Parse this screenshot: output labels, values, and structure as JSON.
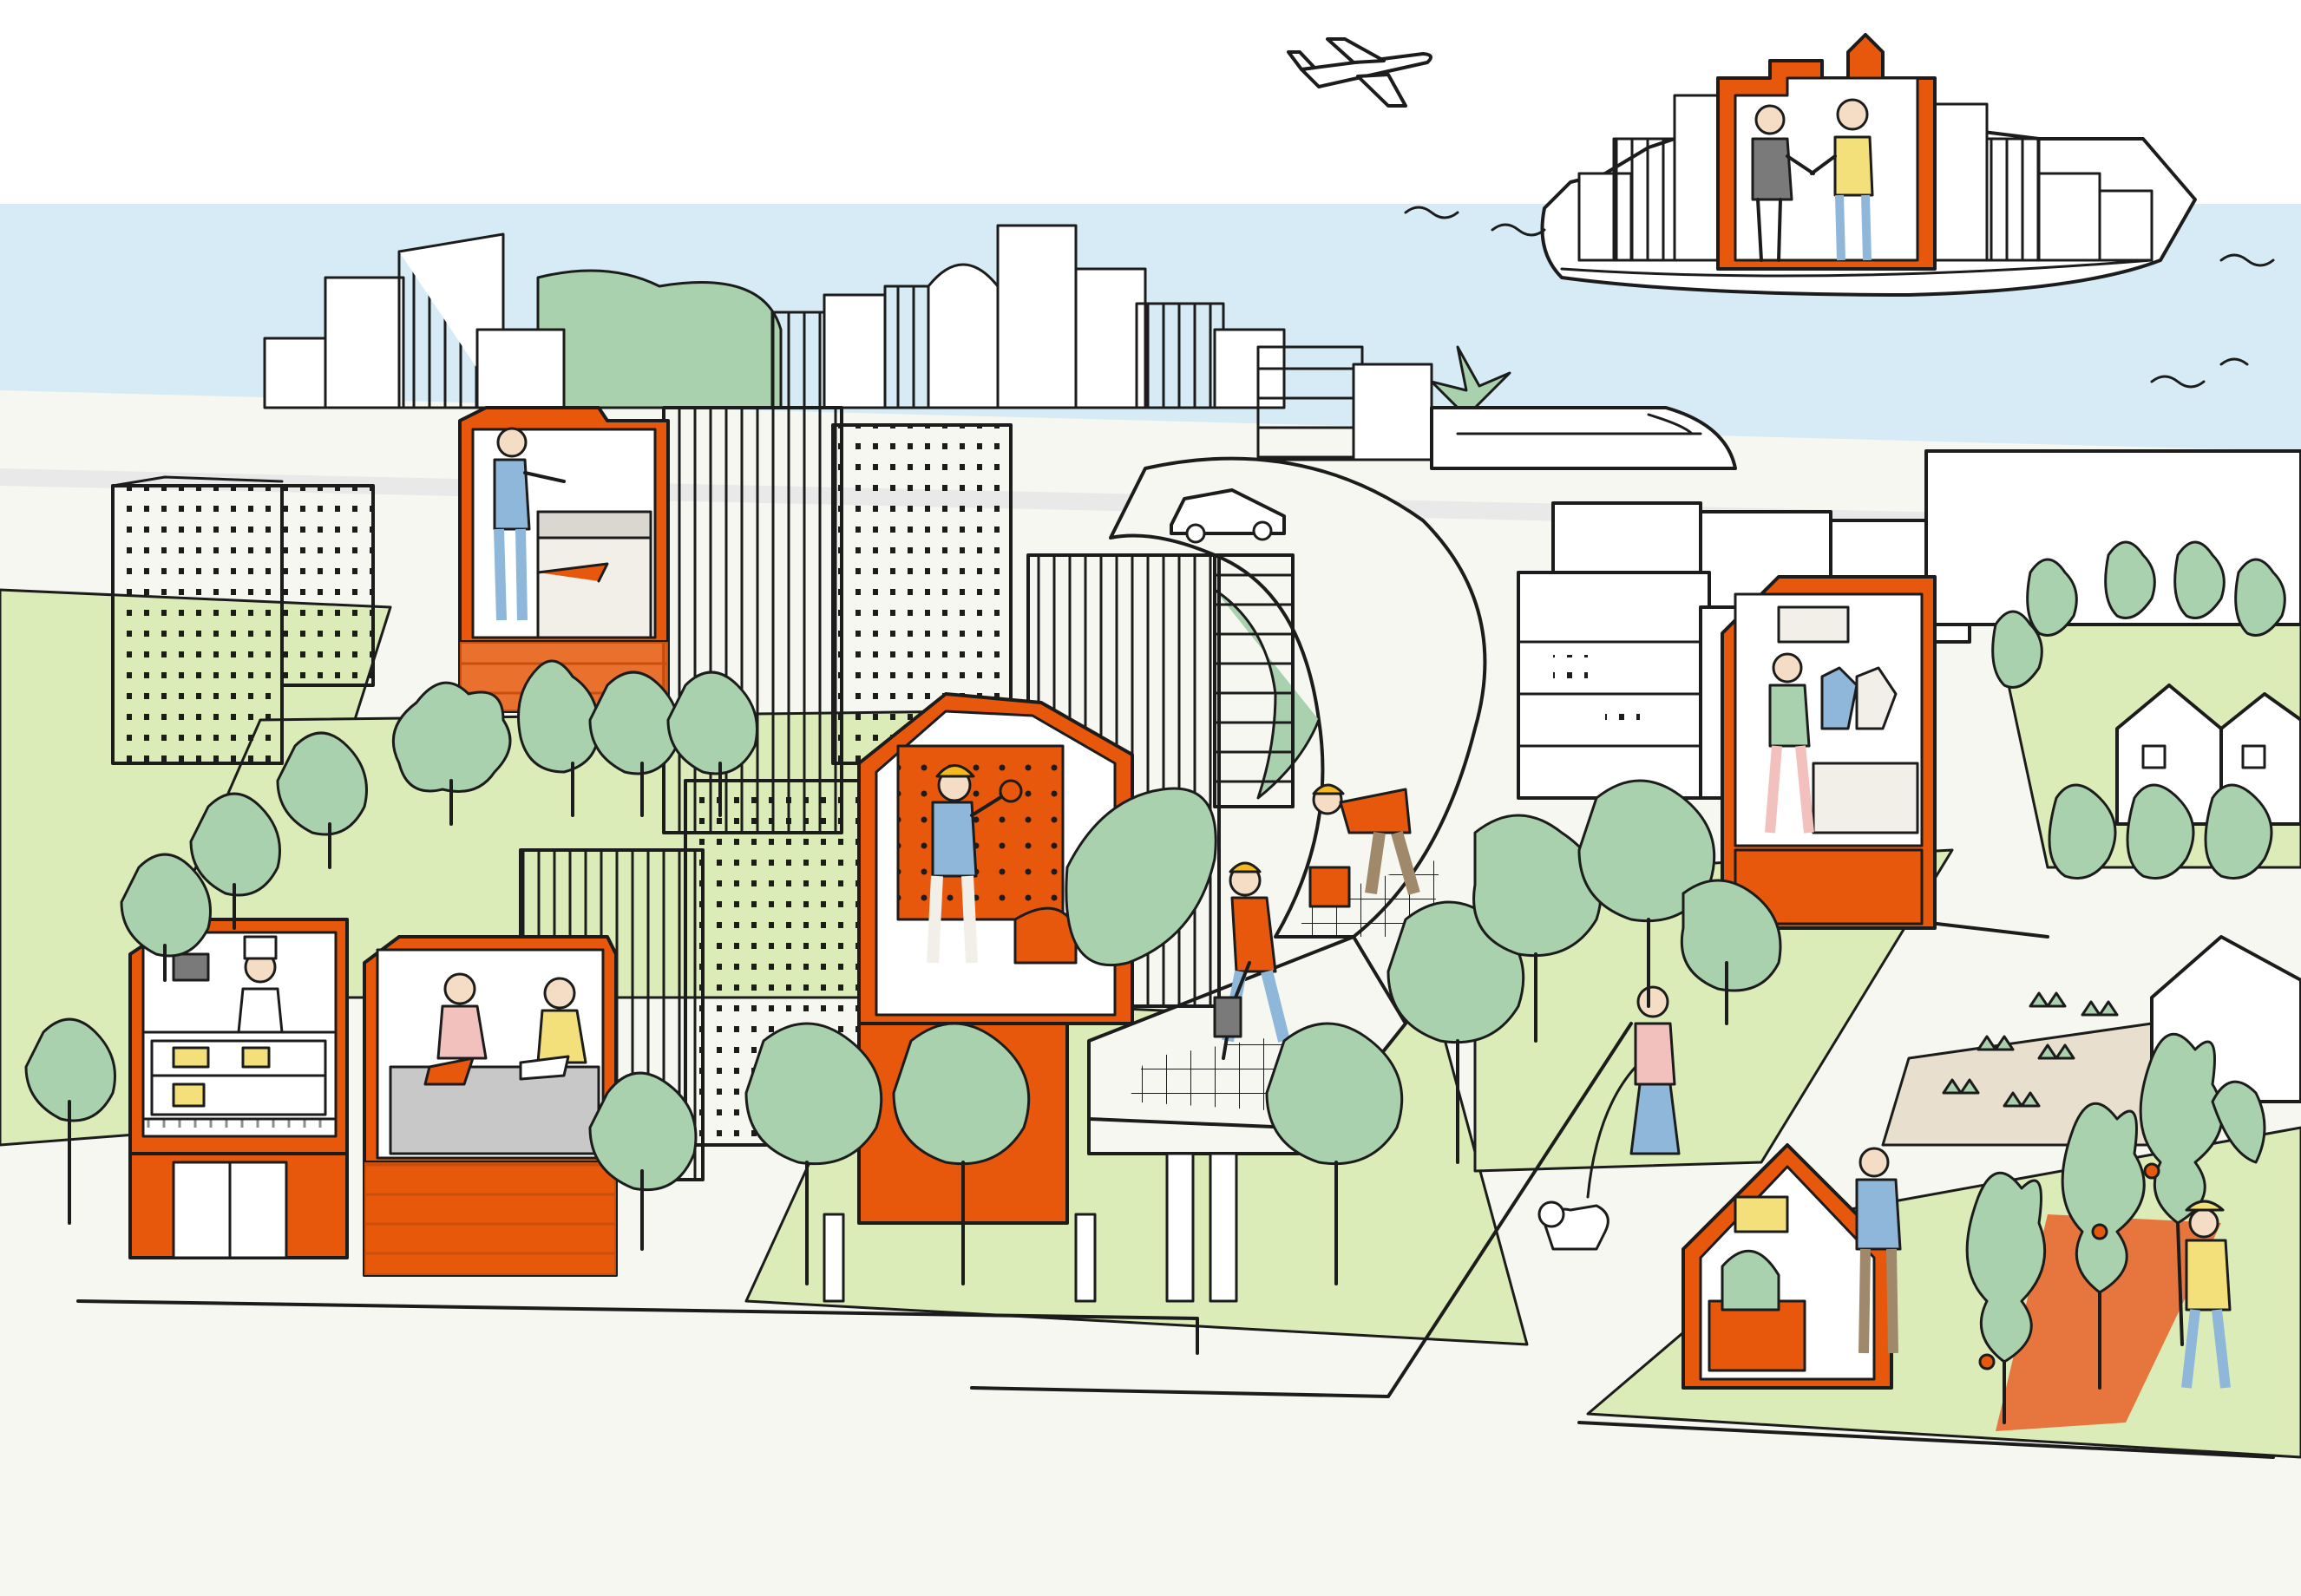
{
  "scene": {
    "name": "city-workplaces-illustration",
    "colors": {
      "orange": "#e8580c",
      "orange_dark": "#c94708",
      "tree_green": "#a9d1ad",
      "lawn_green": "#dcecb8",
      "sea_blue": "#d6ebf6",
      "ground": "#f7f7f1",
      "outline": "#1c1c1c",
      "shirt_blue": "#8fb7da",
      "skin": "#f5dcc4"
    },
    "icons": [
      "airplane-icon",
      "cargo-ship-icon",
      "bullet-train-icon",
      "car-icon",
      "palm-tree-icon",
      "dog-icon"
    ],
    "workplaces": [
      "office-copier-worker",
      "bakery-chef",
      "cafe-diners",
      "electrician-at-panel",
      "road-construction-workers",
      "clothing-shop-clerk",
      "grocery-shop-clerk",
      "orchard-farmer",
      "business-handshake"
    ]
  }
}
